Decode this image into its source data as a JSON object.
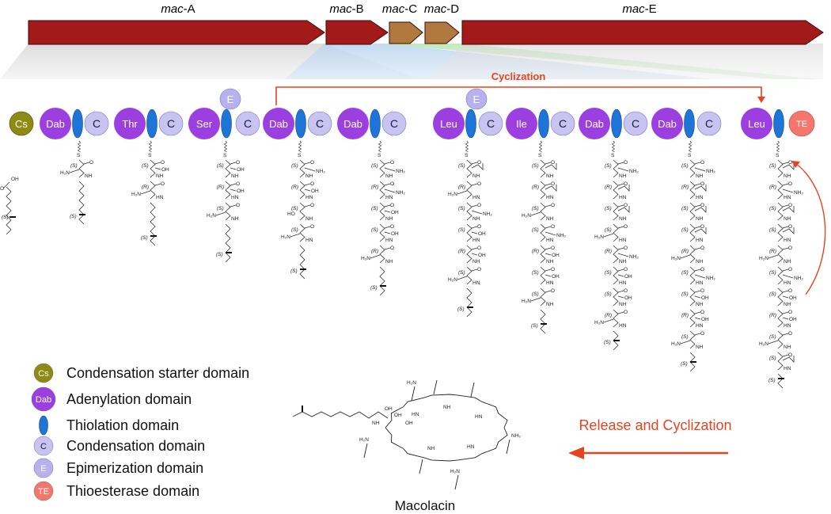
{
  "genes": [
    {
      "label_prefix": "mac",
      "label_suffix": "-A"
    },
    {
      "label_prefix": "mac",
      "label_suffix": "-B"
    },
    {
      "label_prefix": "mac",
      "label_suffix": "-C"
    },
    {
      "label_prefix": "mac",
      "label_suffix": "-D"
    },
    {
      "label_prefix": "mac",
      "label_suffix": "-E"
    }
  ],
  "colors": {
    "gene_dark": "#a31a1a",
    "gene_light": "#b07a3e",
    "adenylation": "#9b3fe0",
    "condensation": "#c9c3f2",
    "epimerization": "#b7b2ee",
    "thiolation": "#1f74d8",
    "starter": "#8e8a14",
    "thioesterase": "#f4776e",
    "accent_red": "#e8431f"
  },
  "modules": {
    "starter": "Cs",
    "a_domains": [
      "Dab",
      "Thr",
      "Ser",
      "Dab",
      "Dab",
      "Leu",
      "Ile",
      "Dab",
      "Dab",
      "Leu"
    ],
    "condensation": "C",
    "epimerization": "E",
    "thioesterase": "TE"
  },
  "labels": {
    "cyclization": "Cyclization",
    "release_cyclization": "Release and Cyclization",
    "product_name": "Macolacin"
  },
  "chem_labels": {
    "acid": "OH",
    "sulfur": "S",
    "amine": "H₂N",
    "amine_r": "NH₂",
    "hydroxyl": "OH",
    "hydroxyl_l": "HO",
    "nh": "NH",
    "hn": "HN",
    "carbonyl": "O",
    "stereo_s": "(S)",
    "stereo_r": "(R)"
  },
  "legend": [
    {
      "badge": "Cs",
      "shape": "circle",
      "label": "Condensation starter domain"
    },
    {
      "badge": "Dab",
      "shape": "circle",
      "label": "Adenylation domain"
    },
    {
      "badge": "",
      "shape": "ellipse",
      "label": "Thiolation domain"
    },
    {
      "badge": "C",
      "shape": "circle",
      "label": "Condensation domain"
    },
    {
      "badge": "E",
      "shape": "circle",
      "label": "Epimerization domain"
    },
    {
      "badge": "TE",
      "shape": "circle",
      "label": "Thioesterase domain"
    }
  ]
}
